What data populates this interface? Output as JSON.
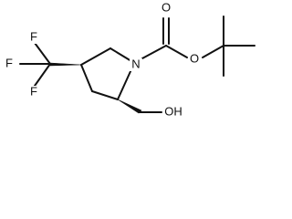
{
  "molecule": {
    "atoms": {
      "f1": "F",
      "f2": "F",
      "f3": "F",
      "n": "N",
      "o_carbonyl": "O",
      "o_ester": "O",
      "oh": "OH"
    },
    "colors": {
      "ink": "#111111",
      "background": "#ffffff"
    }
  }
}
